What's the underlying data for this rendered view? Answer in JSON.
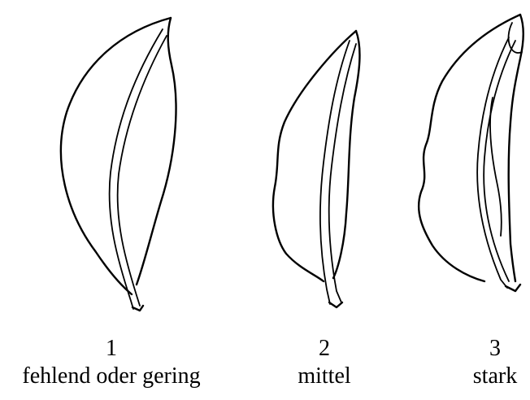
{
  "figures": [
    {
      "number": "1",
      "label": "fehlend oder gering"
    },
    {
      "number": "2",
      "label": "mittel"
    },
    {
      "number": "3",
      "label": "stark"
    }
  ],
  "colors": {
    "line": "#000000",
    "background": "#ffffff"
  }
}
